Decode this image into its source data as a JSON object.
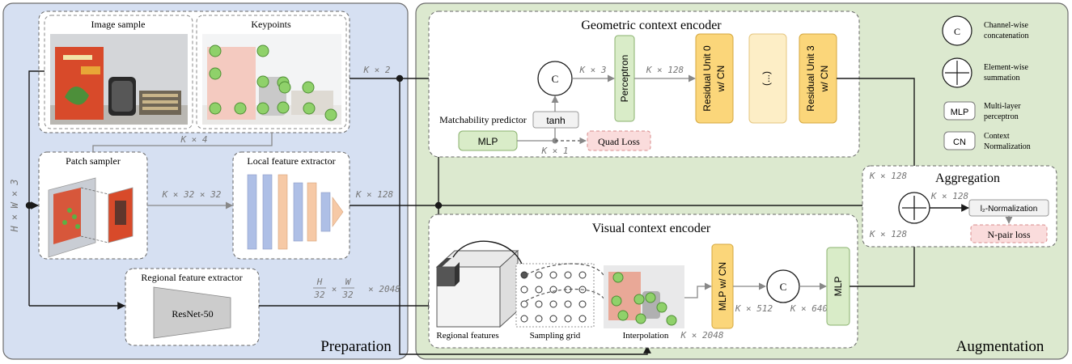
{
  "sections": {
    "preparation": "Preparation",
    "augmentation": "Augmentation"
  },
  "preparation": {
    "image_sample": "Image sample",
    "keypoints": "Keypoints",
    "patch_sampler": "Patch sampler",
    "local_feature_extractor": "Local feature extractor",
    "regional_feature_extractor": "Regional feature extractor",
    "resnet": "ResNet-50"
  },
  "geometric": {
    "title": "Geometric context encoder",
    "perceptron": "Perceptron",
    "residual_unit_0": "Residual Unit 0",
    "residual_unit_0_sub": "w/ CN",
    "ellipsis": "(...)",
    "residual_unit_3": "Residual Unit 3",
    "residual_unit_3_sub": "w/ CN",
    "matchability_predictor": "Matchability predictor",
    "mlp": "MLP",
    "tanh": "tanh",
    "quad_loss": "Quad Loss",
    "concat_symbol": "C"
  },
  "visual": {
    "title": "Visual context encoder",
    "regional_features": "Regional features",
    "sampling_grid": "Sampling grid",
    "interpolation": "Interpolation",
    "mlp_cn": "MLP w/ CN",
    "mlp": "MLP",
    "concat_symbol": "C"
  },
  "aggregation": {
    "title": "Aggregation",
    "l2_norm": "l₂-Normalization",
    "npair_loss": "N-pair loss"
  },
  "legend": {
    "concat_symbol": "C",
    "concat_line1": "Channel-wise",
    "concat_line2": "concatenation",
    "sum_line1": "Element-wise",
    "sum_line2": "summation",
    "mlp_box": "MLP",
    "mlp_line1": "Multi-layer",
    "mlp_line2": "perceptron",
    "cn_box": "CN",
    "cn_line1": "Context",
    "cn_line2": "Normalization"
  },
  "dims": {
    "kp_out": "K × 2",
    "kp_down": "K × 4",
    "img_in": "H × W × 3",
    "patch_out": "K × 32 × 32",
    "local_out": "K × 128",
    "regional_H": "H",
    "regional_W": "W",
    "regional_den": "32",
    "regional_ch": "× 2048",
    "concat_geo_out": "K × 3",
    "perceptron_out": "K × 128",
    "mlp_out": "K × 1",
    "interp_out": "K × 2048",
    "mlpcn_out": "K × 512",
    "concat_vis_out": "K × 640",
    "agg_in_top": "K × 128",
    "agg_in_bottom": "K × 128",
    "agg_out": "K × 128"
  },
  "colors": {
    "prep_bg": "#d6e0f2",
    "aug_bg": "#dce9cf",
    "residual_fill": "#fbd67a",
    "residual_light": "#fdeec6",
    "green_box": "#d9ecc8",
    "pink_box": "#fadcdc",
    "bar_blue": "#aebfe6",
    "bar_orange": "#f6c9a6"
  }
}
